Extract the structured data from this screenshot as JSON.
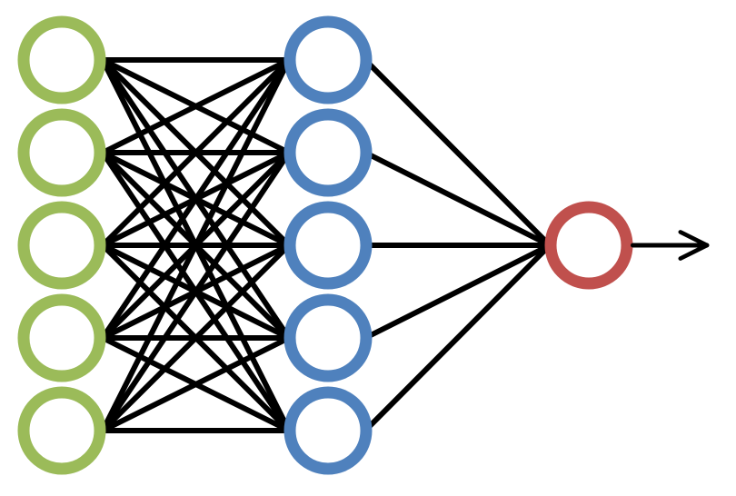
{
  "diagram": {
    "type": "neural-network",
    "layers": [
      {
        "role": "input",
        "node_count": 5,
        "color": "#9BBB59"
      },
      {
        "role": "hidden",
        "node_count": 5,
        "color": "#4F81BD"
      },
      {
        "role": "output",
        "node_count": 1,
        "color": "#C0504D"
      }
    ],
    "connections": [
      {
        "from_layer": 0,
        "to_layer": 1,
        "pattern": "fully-connected"
      },
      {
        "from_layer": 1,
        "to_layer": 2,
        "pattern": "fully-connected"
      }
    ],
    "output_arrow": true,
    "edge_color": "#000000",
    "background_color": "#FFFFFF"
  }
}
